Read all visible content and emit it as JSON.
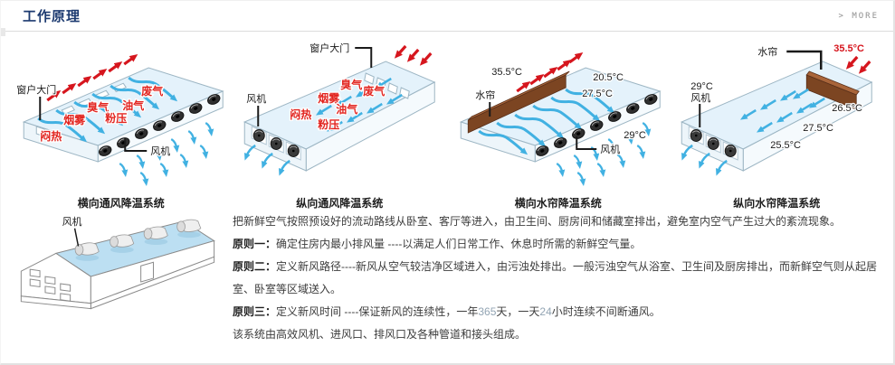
{
  "header": {
    "title": "工作原理",
    "more_label": "> MORE"
  },
  "diagrams": {
    "d1": {
      "caption": "横向通风降温系统",
      "window_door_label": "窗户大门",
      "fan_label": "风机",
      "pollutants": [
        "闷热",
        "烟雾",
        "臭气",
        "粉压",
        "油气",
        "废气"
      ]
    },
    "d2": {
      "caption": "纵向通风降温系统",
      "window_door_label": "窗户大门",
      "fan_label": "风机",
      "pollutants": [
        "闷热",
        "烟雾",
        "臭气",
        "油气",
        "粉压",
        "废气"
      ]
    },
    "d3": {
      "caption": "横向水帘降温系统",
      "curtain_label": "水帘",
      "fan_label": "风机",
      "temp_outside": "35.5°C",
      "temp_far": "20.5°C",
      "temp_mid": "27.5°C",
      "temp_out": "29°C"
    },
    "d4": {
      "caption": "纵向水帘降温系统",
      "curtain_label": "水帘",
      "fan_label": "风机",
      "temp_outside": "35.5°C",
      "temp_fan_side": "29°C",
      "temp_near_curtain": "26.5°C",
      "temp_mid": "27.5°C",
      "temp_far": "25.5°C"
    },
    "d5": {
      "fan_label": "风机"
    }
  },
  "article": {
    "intro": "把新鲜空气按照预设好的流动路线从卧室、客厅等进入，由卫生间、厨房间和储藏室排出，避免室内空气产生过大的紊流现象。",
    "p1": {
      "label": "原则一：",
      "body": "确定住房内最小排风量 ----以满足人们日常工作、休息时所需的新鲜空气量。"
    },
    "p2": {
      "label": "原则二：",
      "body": "定义新风路径----新风从空气较洁净区域进入，由污浊处排出。一般污浊空气从浴室、卫生间及厨房排出，而新鲜空气则从起居室、卧室等区域送入。"
    },
    "p3": {
      "label": "原则三：",
      "pre": "定义新风时间 ----保证新风的连续性，一年",
      "num_days": "365",
      "mid": "天，一天",
      "num_hours": "24",
      "post": "小时连续不间断通风。"
    },
    "closing": "该系统由高效风机、进风口、排风口及各种管道和接头组成。"
  },
  "colors": {
    "accent_title": "#1c3a70",
    "hot_arrow_red": "#d6161e",
    "air_flow_cyan": "#41b1e2",
    "water_curtain_brown": "#7c4522"
  }
}
